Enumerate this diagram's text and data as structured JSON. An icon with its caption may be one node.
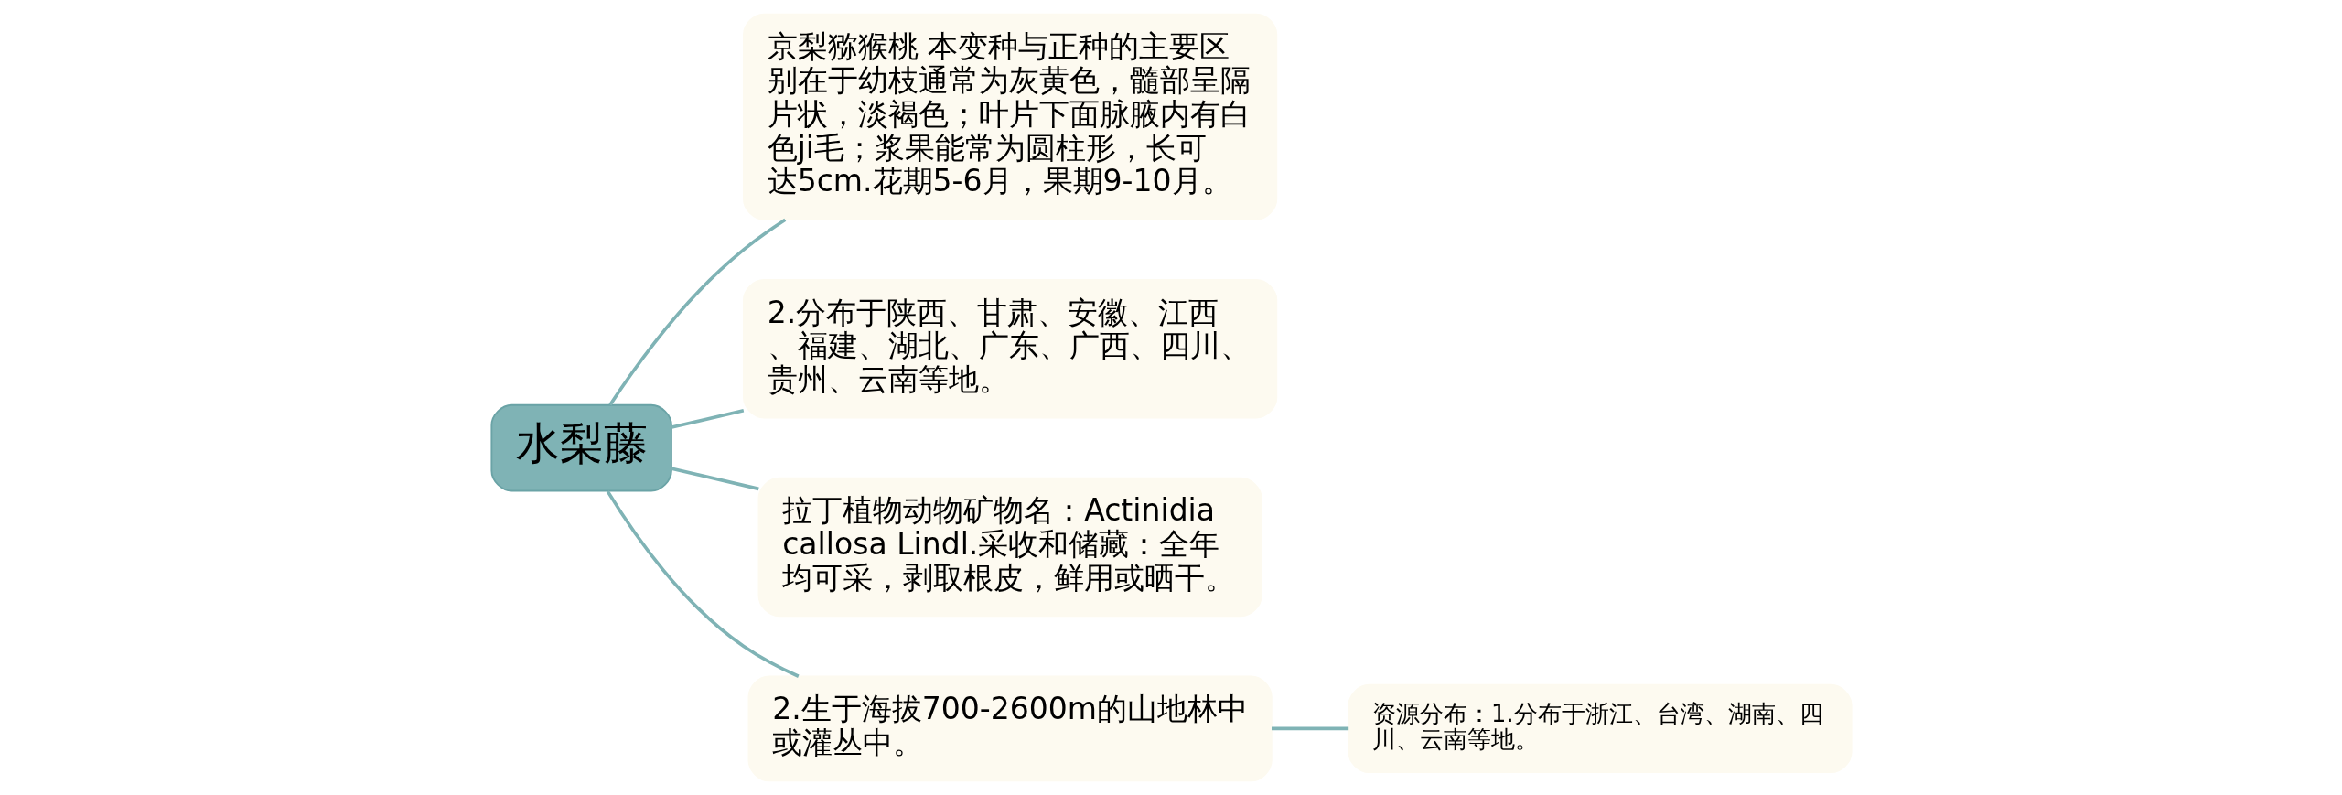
{
  "diagram": {
    "nodes": [
      {
        "text": [
          "水梨藤"
        ]
      },
      {
        "text": [
          "京梨猕猴桃 本变种与正种的主要区别在于幼枝通常为灰黄色，髓部呈隔片状，淡褐色；叶片下面脉腋内有白色ji毛；浆果能常为圆柱形，长可达5cm.花期5-6月，果期9-10月。"
        ]
      },
      {
        "text": [
          "2.分布于陕西、甘肃、安徽、江西、福建、湖北、广东、广西、四川、贵州、云南等地。"
        ]
      },
      {
        "text": [
          "拉丁植物动物矿物名：Actinidia callosa Lindl.采收和储藏：全年均可采，剥取根皮，鲜用或晒干。"
        ]
      },
      {
        "text": [
          "2.生于海拔700-2600m的山地林中或灌丛中。"
        ]
      },
      {
        "text": [
          "资源分布：1.分布于浙江、台湾、湖南、四川、云南等地。"
        ]
      }
    ],
    "edges": [
      {
        "from": 0,
        "to": 1,
        "arrow": "none"
      },
      {
        "from": 0,
        "to": 2,
        "arrow": "none"
      },
      {
        "from": 0,
        "to": 3,
        "arrow": "none"
      },
      {
        "from": 0,
        "to": 4,
        "arrow": "none"
      },
      {
        "from": 4,
        "to": 5,
        "arrow": "none"
      }
    ]
  }
}
